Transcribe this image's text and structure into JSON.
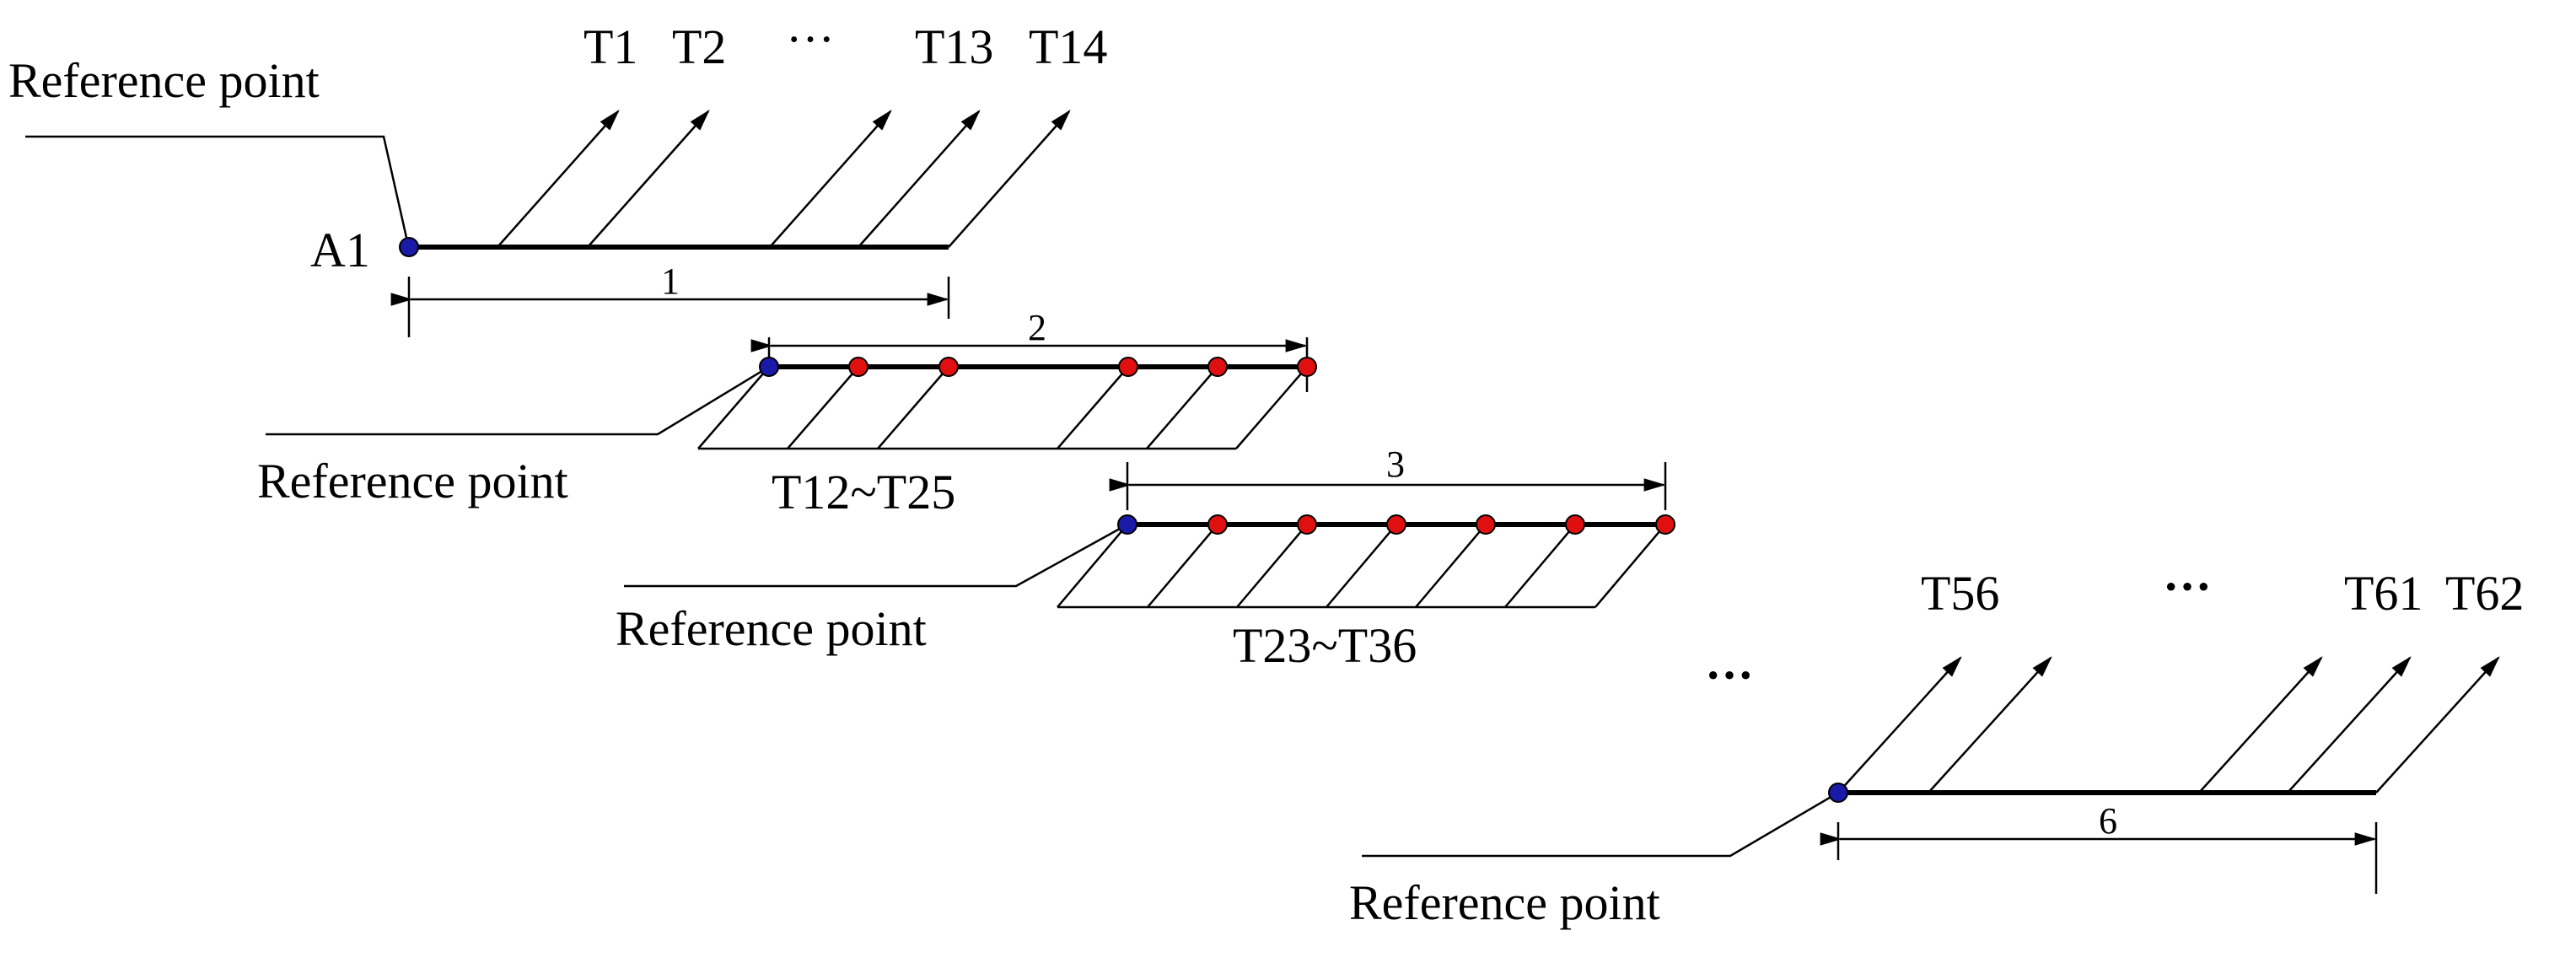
{
  "colors": {
    "reference_node": "#1a1aa8",
    "loaded_node": "#e01010",
    "line": "#000000"
  },
  "stage1": {
    "ref_label": "Reference point",
    "node_label": "A1",
    "tendon_labels": [
      "T1",
      "T2",
      "···",
      "T13",
      "T14"
    ],
    "dimension": "1"
  },
  "stage2": {
    "ref_label": "Reference point",
    "range_label": "T12~T25",
    "dimension": "2"
  },
  "stage3": {
    "ref_label": "Reference point",
    "range_label": "T23~T36",
    "dimension": "3"
  },
  "stage_gap": "···",
  "stage6": {
    "ref_label": "Reference point",
    "tendon_labels": [
      "T56",
      "···",
      "T61",
      "T62"
    ],
    "dimension": "6"
  }
}
